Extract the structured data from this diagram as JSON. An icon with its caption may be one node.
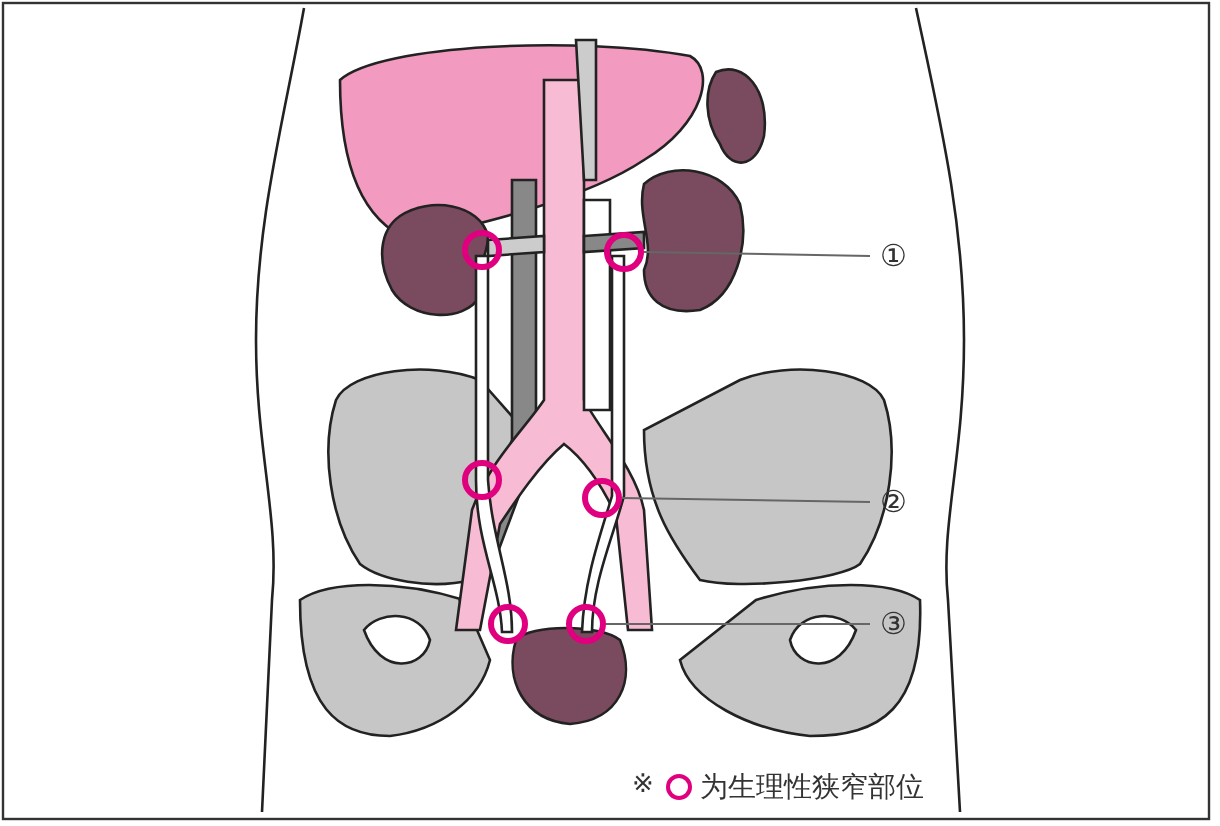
{
  "diagram": {
    "nodes": [
      {
        "text": [],
        "shape": "circle"
      },
      {
        "text": [],
        "shape": "circle"
      },
      {
        "text": [],
        "shape": "circle"
      },
      {
        "text": [],
        "shape": "circle"
      },
      {
        "text": [],
        "shape": "circle"
      },
      {
        "text": [],
        "shape": "circle"
      },
      {
        "text": [
          "①"
        ]
      },
      {
        "text": [
          "②"
        ]
      },
      {
        "text": [
          "③"
        ]
      }
    ],
    "edges": [
      {
        "from": 6,
        "to": 1,
        "arrow": "none"
      },
      {
        "from": 7,
        "to": 3,
        "arrow": "none"
      },
      {
        "from": 8,
        "to": 5,
        "arrow": "none"
      }
    ],
    "labels": [
      "※"
    ],
    "legend": [
      {
        "text": "为生理性狭窄部位"
      }
    ]
  }
}
